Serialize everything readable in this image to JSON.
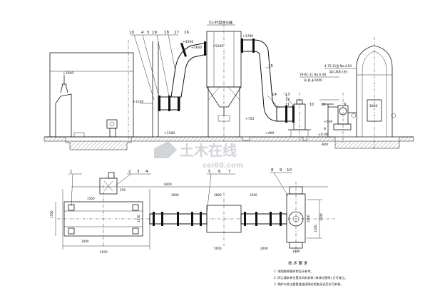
{
  "elevation_view": {
    "callouts_left": [
      "10",
      "4",
      "5",
      "19",
      "18",
      "17",
      "16"
    ],
    "cyclone_title": "CL-95型除尘器",
    "callout_15": "15",
    "callout_14": "14",
    "callouts_fan": [
      "13",
      "12",
      "11"
    ],
    "callouts_fan_lower": [
      "10",
      "16"
    ],
    "callout_9": "9",
    "callout_b": "8",
    "fan_note": [
      "Y9-6C-11 No.6.4D",
      "风 机 ϕ 6000"
    ],
    "tank_note": [
      "4-72-11型 No.4.5A",
      "离心风机 (右)"
    ],
    "elev_labels": [
      "+5200",
      "+3780",
      "+2600",
      "+1100",
      "+1300",
      "+400",
      "+500",
      "±0.00",
      "-600",
      "+1900",
      "+750",
      "1800",
      "+4500"
    ]
  },
  "plan_view": {
    "callouts_left": [
      "1",
      "2",
      "3",
      "4"
    ],
    "callouts_mid": [
      "5",
      "6",
      "7"
    ],
    "callouts_right": [
      "8",
      "9",
      "10"
    ],
    "dims": [
      "1500",
      "4500",
      "3000",
      "2500",
      "3800",
      "1500",
      "6400",
      "5000",
      "2000",
      "1200",
      "250",
      "3000",
      "1650",
      "2600",
      "1880",
      "1200"
    ]
  },
  "notes": {
    "title": "技 术 要 求",
    "items": [
      "1. 本图按原锅炉房设计参考。",
      "2. 除尘器安装位置及风机安装 (具体见图纸) 方可施工。",
      "3. 锅炉与除尘器管道连接前应检查无误后方可安装。"
    ]
  },
  "watermark": {
    "line1": "土木在线",
    "line2": "coi88.com"
  }
}
